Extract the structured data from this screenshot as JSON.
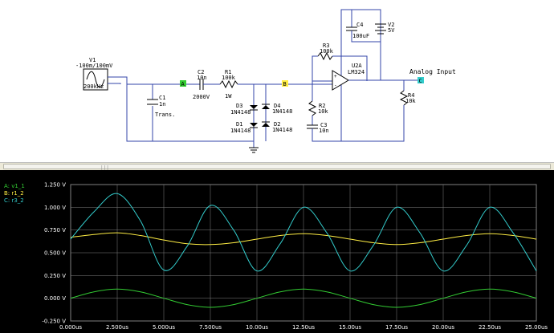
{
  "schematic": {
    "source": {
      "name": "V1",
      "value": "-100m/100mV",
      "freq": "200kHz"
    },
    "c2": {
      "name": "C2",
      "value": "10n",
      "voltage": "2000V"
    },
    "r1": {
      "name": "R1",
      "value": "100k",
      "power": "1W"
    },
    "c1": {
      "name": "C1",
      "value": "1n",
      "note": "Trans."
    },
    "d3": {
      "name": "D3",
      "part": "1N4148"
    },
    "d4": {
      "name": "D4",
      "part": "1N4148"
    },
    "d1": {
      "name": "D1",
      "part": "1N4148"
    },
    "d2": {
      "name": "D2",
      "part": "1N4148"
    },
    "r3": {
      "name": "R3",
      "value": "100k"
    },
    "r2": {
      "name": "R2",
      "value": "10k"
    },
    "c3": {
      "name": "C3",
      "value": "10n"
    },
    "c4": {
      "name": "C4",
      "value": "100uF"
    },
    "v2": {
      "name": "V2",
      "value": "5V"
    },
    "u2a": {
      "name": "U2A",
      "part": "LM324"
    },
    "r4": {
      "name": "R4",
      "value": "10k"
    },
    "probe_a": "A",
    "probe_b": "B",
    "probe_c": "C",
    "analog_input": "Analog Input",
    "colors": {
      "wire": "#3344aa",
      "probe_a": "#33cc33",
      "probe_b": "#ffee44",
      "probe_c": "#33cccc"
    }
  },
  "scope": {
    "legend": [
      {
        "label": "A: v1_1",
        "color": "#33cc33"
      },
      {
        "label": "B: r1_2",
        "color": "#ffee44"
      },
      {
        "label": "C: r3_2",
        "color": "#33cccc"
      }
    ],
    "background": "#000000",
    "grid_color": "#808080"
  },
  "chart_data": {
    "type": "line",
    "xlim": [
      0,
      25
    ],
    "ylim": [
      -0.25,
      1.25
    ],
    "x_unit": "us",
    "y_unit": "V",
    "x_ticks": [
      "0.000us",
      "2.500us",
      "5.000us",
      "7.500us",
      "10.00us",
      "12.50us",
      "15.00us",
      "17.50us",
      "20.00us",
      "22.50us",
      "25.00us"
    ],
    "y_ticks": [
      "1.250 V",
      "1.000 V",
      "0.750 V",
      "0.500 V",
      "0.250 V",
      "0.000 V",
      "-0.250 V"
    ],
    "series": [
      {
        "name": "A: v1_1",
        "color": "#33cc33",
        "x": [
          0,
          1.25,
          2.5,
          3.75,
          5,
          6.25,
          7.5,
          8.75,
          10,
          11.25,
          12.5,
          13.75,
          15,
          16.25,
          17.5,
          18.75,
          20,
          21.25,
          22.5,
          23.75,
          25
        ],
        "y": [
          0.0,
          0.07,
          0.1,
          0.07,
          0.0,
          -0.07,
          -0.1,
          -0.07,
          0.0,
          0.07,
          0.1,
          0.07,
          0.0,
          -0.07,
          -0.1,
          -0.07,
          0.0,
          0.07,
          0.1,
          0.07,
          0.0
        ]
      },
      {
        "name": "B: r1_2",
        "color": "#ffee44",
        "x": [
          0,
          1.25,
          2.5,
          3.75,
          5,
          6.25,
          7.5,
          8.75,
          10,
          11.25,
          12.5,
          13.75,
          15,
          16.25,
          17.5,
          18.75,
          20,
          21.25,
          22.5,
          23.75,
          25
        ],
        "y": [
          0.67,
          0.7,
          0.72,
          0.69,
          0.64,
          0.6,
          0.59,
          0.61,
          0.65,
          0.69,
          0.71,
          0.69,
          0.65,
          0.61,
          0.59,
          0.61,
          0.65,
          0.69,
          0.71,
          0.69,
          0.65
        ]
      },
      {
        "name": "C: r3_2",
        "color": "#33cccc",
        "x": [
          0,
          1.25,
          2.5,
          3.75,
          5,
          6.25,
          7.5,
          8.75,
          10,
          11.25,
          12.5,
          13.75,
          15,
          16.25,
          17.5,
          18.75,
          20,
          21.25,
          22.5,
          23.75,
          25
        ],
        "y": [
          0.65,
          0.95,
          1.15,
          0.85,
          0.31,
          0.57,
          1.02,
          0.75,
          0.3,
          0.6,
          1.0,
          0.72,
          0.3,
          0.58,
          1.0,
          0.72,
          0.3,
          0.58,
          1.0,
          0.72,
          0.3
        ]
      }
    ]
  }
}
